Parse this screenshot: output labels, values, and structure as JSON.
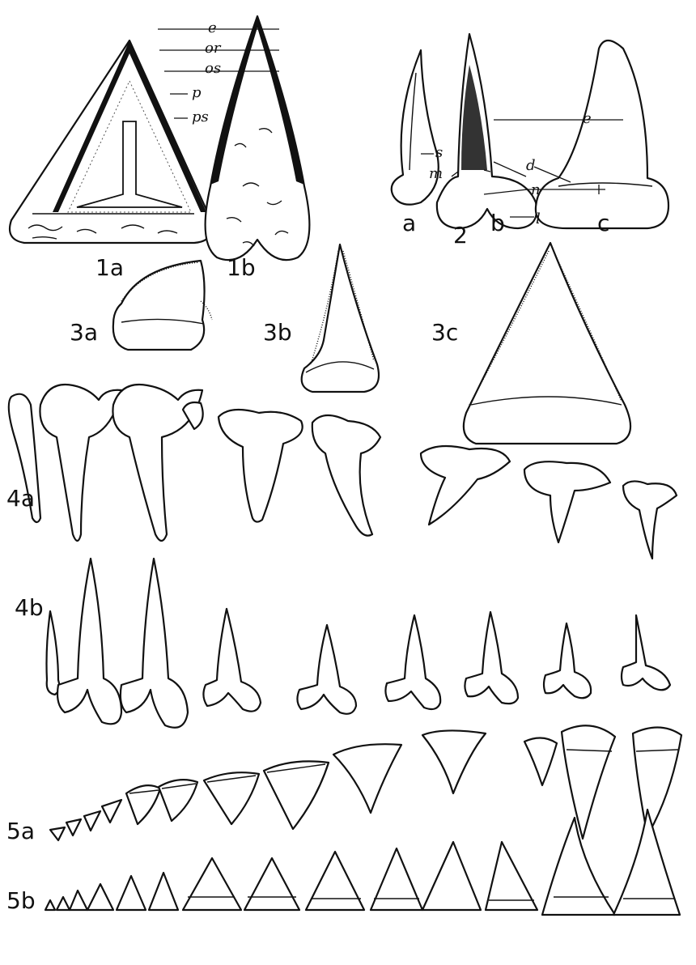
{
  "labels": {
    "fig1a": "1a",
    "fig1b": "1b",
    "fig2a": "a",
    "fig2": "2",
    "fig2b": "b",
    "fig2c": "c",
    "fig3a": "3a",
    "fig3b": "3b",
    "fig3c": "3c",
    "fig4a": "4a",
    "fig4b": "4b",
    "fig5a": "5a",
    "fig5b": "5b"
  },
  "annotations": {
    "fig1": [
      "e",
      "or",
      "os",
      "p",
      "ps"
    ],
    "fig2": [
      "e",
      "s",
      "m",
      "d",
      "n",
      "l"
    ]
  }
}
